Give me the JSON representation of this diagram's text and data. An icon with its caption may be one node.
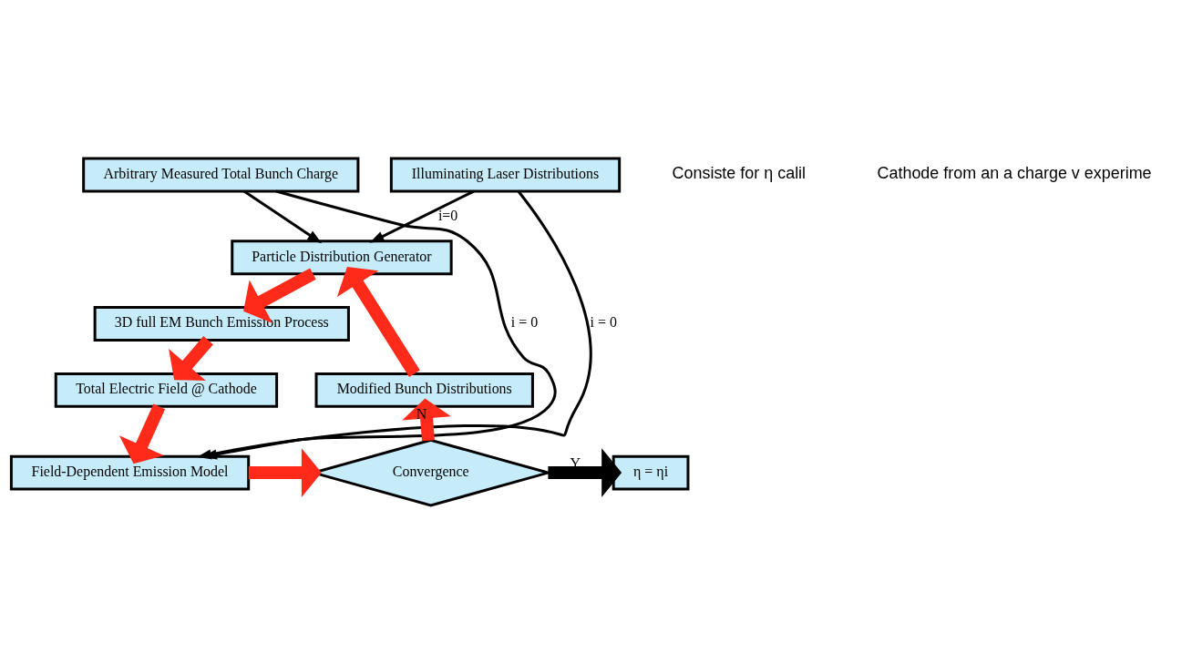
{
  "diagram": {
    "nodes": [
      {
        "text": [
          "Arbitrary Measured Total Bunch Charge"
        ]
      },
      {
        "text": [
          "Illuminating Laser Distributions"
        ]
      },
      {
        "text": [
          "Particle Distribution Generator"
        ]
      },
      {
        "text": [
          "3D full EM Bunch Emission Process"
        ]
      },
      {
        "text": [
          "Total Electric Field @ Cathode"
        ]
      },
      {
        "text": [
          "Modified Bunch Distributions"
        ]
      },
      {
        "text": [
          "Field-Dependent Emission Model"
        ]
      },
      {
        "text": [
          "Convergence"
        ]
      },
      {
        "text": [
          "η = ηi"
        ]
      }
    ],
    "edges": [
      {
        "from": 0,
        "to": 6,
        "arrow": "to",
        "label": "i = 0",
        "color": "#000000"
      },
      {
        "from": 1,
        "to": 6,
        "arrow": "to",
        "label": "i = 0",
        "color": "#000000"
      },
      {
        "from": 0,
        "to": 2,
        "arrow": "to",
        "color": "#000000"
      },
      {
        "from": 1,
        "to": 2,
        "arrow": "to",
        "label": "i=0",
        "color": "#000000"
      },
      {
        "from": 2,
        "to": 3,
        "arrow": "to"
      },
      {
        "from": 3,
        "to": 4,
        "arrow": "to"
      },
      {
        "from": 4,
        "to": 6,
        "arrow": "to"
      },
      {
        "from": 6,
        "to": 7,
        "arrow": "to"
      },
      {
        "from": 7,
        "to": 5,
        "arrow": "to",
        "label": "N"
      },
      {
        "from": 5,
        "to": 2,
        "arrow": "to"
      },
      {
        "from": 7,
        "to": 8,
        "arrow": "to",
        "label": "Y",
        "color": "#000000"
      }
    ],
    "labels": [
      "Consiste for η calil",
      "Cathode from an a charge v experime"
    ]
  }
}
